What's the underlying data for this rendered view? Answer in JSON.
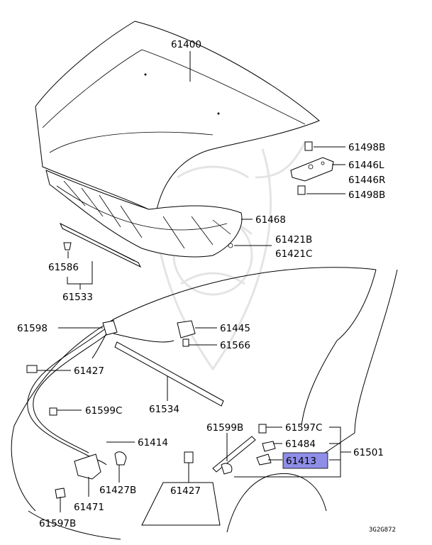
{
  "diagram_code": "3G2G872",
  "highlight_color": "#8e8ee8",
  "parts": [
    {
      "id": "p61400",
      "label": "61400"
    },
    {
      "id": "p61498b_top",
      "label": "61498B"
    },
    {
      "id": "p61446l",
      "label": "61446L"
    },
    {
      "id": "p61446r",
      "label": "61446R"
    },
    {
      "id": "p61498b_bot",
      "label": "61498B"
    },
    {
      "id": "p61468",
      "label": "61468"
    },
    {
      "id": "p61421b",
      "label": "61421B"
    },
    {
      "id": "p61421c",
      "label": "61421C"
    },
    {
      "id": "p61586",
      "label": "61586"
    },
    {
      "id": "p61533",
      "label": "61533"
    },
    {
      "id": "p61598",
      "label": "61598"
    },
    {
      "id": "p61445",
      "label": "61445"
    },
    {
      "id": "p61566",
      "label": "61566"
    },
    {
      "id": "p61427_a",
      "label": "61427"
    },
    {
      "id": "p61599c",
      "label": "61599C"
    },
    {
      "id": "p61534",
      "label": "61534"
    },
    {
      "id": "p61414",
      "label": "61414"
    },
    {
      "id": "p61427b",
      "label": "61427B"
    },
    {
      "id": "p61471",
      "label": "61471"
    },
    {
      "id": "p61597b",
      "label": "61597B"
    },
    {
      "id": "p61427_b",
      "label": "61427"
    },
    {
      "id": "p61599b",
      "label": "61599B"
    },
    {
      "id": "p61597c",
      "label": "61597C"
    },
    {
      "id": "p61484",
      "label": "61484"
    },
    {
      "id": "p61413",
      "label": "61413",
      "highlighted": true
    },
    {
      "id": "p61501",
      "label": "61501"
    }
  ]
}
